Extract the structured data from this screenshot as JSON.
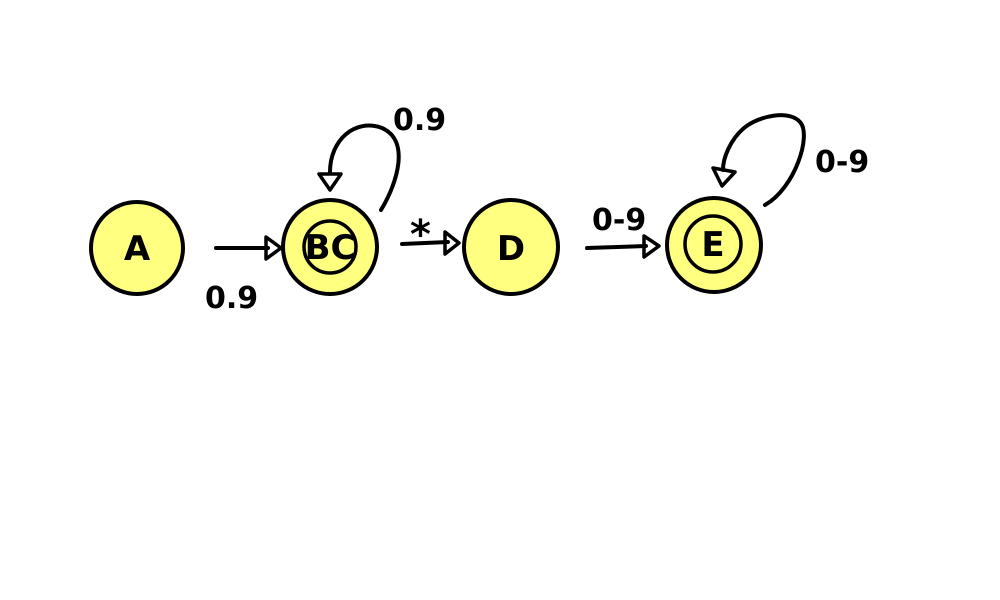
{
  "diagram": {
    "colors": {
      "state_fill": "#ffff80",
      "stroke": "#000000",
      "background": "#ffffff"
    },
    "states": [
      {
        "id": "A",
        "label": "A",
        "accepting": false
      },
      {
        "id": "BC",
        "label": "BC",
        "accepting": true
      },
      {
        "id": "D",
        "label": "D",
        "accepting": false
      },
      {
        "id": "E",
        "label": "E",
        "accepting": true
      }
    ],
    "transitions": [
      {
        "from": "A",
        "to": "BC",
        "label": "0.9"
      },
      {
        "from": "BC",
        "to": "BC",
        "label": "0.9"
      },
      {
        "from": "BC",
        "to": "D",
        "label": "*"
      },
      {
        "from": "D",
        "to": "E",
        "label": "0-9"
      },
      {
        "from": "E",
        "to": "E",
        "label": "0-9"
      }
    ]
  }
}
